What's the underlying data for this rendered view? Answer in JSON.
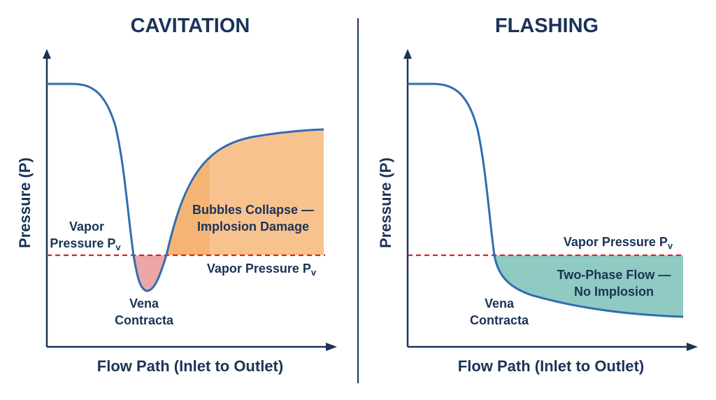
{
  "colors": {
    "curve": "#2f6db0",
    "vapor_line": "#d8202a",
    "axis": "#1b3357",
    "text": "#1b3357",
    "divider": "#1b3357",
    "fill_low_pressure": "#eca6a6",
    "fill_collapse": "#f8c28e",
    "fill_collapse_dark": "#f5b170",
    "fill_two_phase": "#8fcac3"
  },
  "panels": {
    "cavitation": {
      "title": "CAVITATION",
      "y_axis_label": "Pressure (P)",
      "x_axis_label": "Flow Path (Inlet to Outlet)",
      "vapor_label_left_line1": "Vapor",
      "vapor_label_left_line2": "Pressure P",
      "vapor_label_left_sub": "v",
      "vapor_label_right": "Vapor Pressure P",
      "vapor_label_right_sub": "v",
      "region_label_line1": "Bubbles Collapse —",
      "region_label_line2": "Implosion Damage",
      "vena_line1": "Vena",
      "vena_line2": "Contracta"
    },
    "flashing": {
      "title": "FLASHING",
      "y_axis_label": "Pressure (P)",
      "x_axis_label": "Flow Path (Inlet to Outlet)",
      "vapor_label": "Vapor Pressure P",
      "vapor_label_sub": "v",
      "region_label_line1": "Two-Phase Flow —",
      "region_label_line2": "No Implosion",
      "vena_line1": "Vena",
      "vena_line2": "Contracta"
    }
  }
}
